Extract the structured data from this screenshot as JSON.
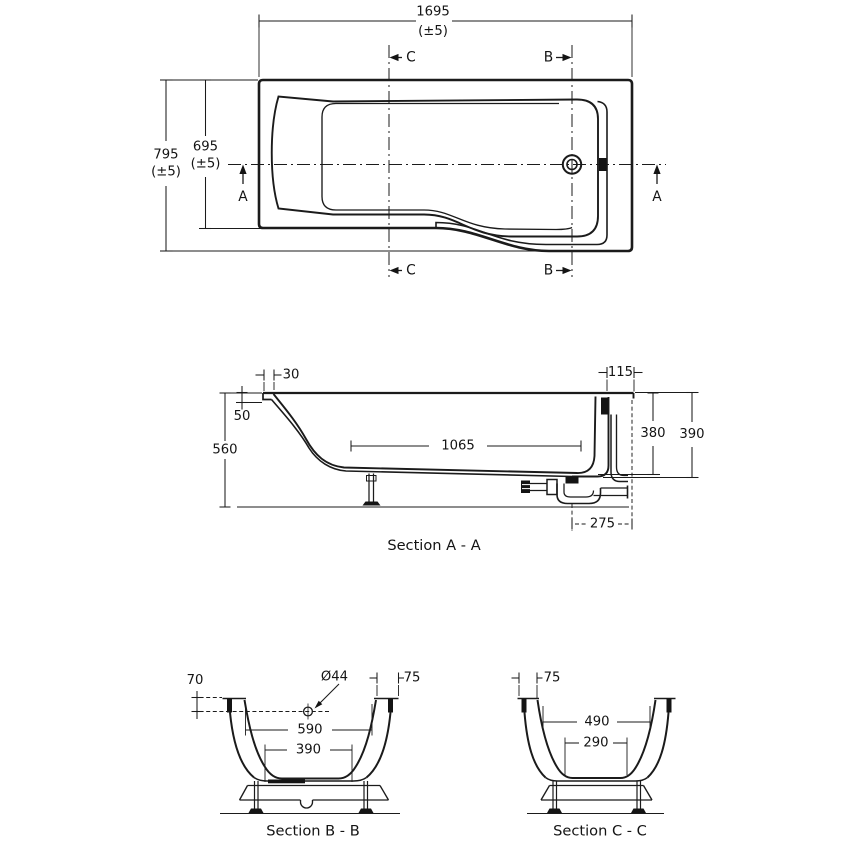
{
  "top_view": {
    "length": "1695",
    "tol": "(±5)",
    "overall_width": "795",
    "inner_width": "695",
    "marker_a": "A",
    "marker_b": "B",
    "marker_c": "C"
  },
  "section_a": {
    "caption": "Section A - A",
    "lip_width": "30",
    "rim_drop": "50",
    "overall_height": "560",
    "floor_length": "1065",
    "rim_overhang": "115",
    "inner_depth": "380",
    "outer_depth": "390",
    "waste_offset": "275"
  },
  "section_b": {
    "caption": "Section B - B",
    "overflow_drop": "70",
    "overflow_dia": "Ø44",
    "rim_width": "75",
    "top_width": "590",
    "floor_width": "390"
  },
  "section_c": {
    "caption": "Section C - C",
    "rim_width": "75",
    "top_width": "490",
    "floor_width": "290"
  }
}
